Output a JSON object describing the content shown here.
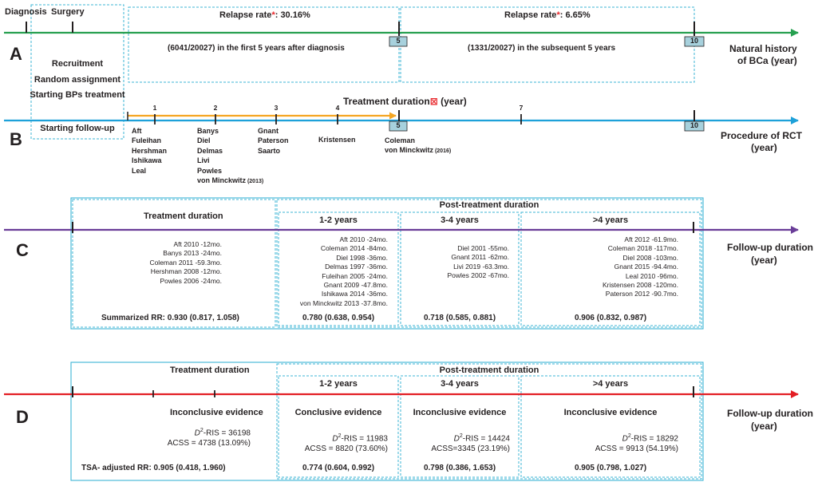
{
  "colors": {
    "green": "#27a050",
    "blue": "#1ea1d9",
    "purple": "#6a3d98",
    "red": "#e31e24",
    "orange": "#f5a623",
    "box": "#3cb5d6",
    "tickbox": "#a7d1dd"
  },
  "panelA": {
    "letter": "A",
    "diagnosis": "Diagnosis",
    "surgery": "Surgery",
    "relapse1_label": "Relapse rate",
    "relapse1_star": "*",
    "relapse1_value": ": 30.16%",
    "relapse2_label": "Relapse rate",
    "relapse2_star": "*",
    "relapse2_value": ": 6.65%",
    "first5": "(6041/20027)  in the first 5 years after diagnosis",
    "next5": "(1331/20027)  in the subsequent 5 years",
    "tick5": "5",
    "tick10": "10",
    "axis_title_1": "Natural history",
    "axis_title_2": "of BCa (year)"
  },
  "recruit": {
    "line1": "Recruitment",
    "line2": "Random assignment",
    "line3": "Starting BPs treatment",
    "line4": "Starting follow-up"
  },
  "panelB": {
    "letter": "B",
    "treatment_title": "Treatment duration",
    "treatment_symbol": "⊠",
    "treatment_unit": " (year)",
    "ticks": [
      "1",
      "2",
      "3",
      "4",
      "7"
    ],
    "tick5": "5",
    "tick10": "10",
    "group1": [
      "Aft",
      "Fuleihan",
      "Hershman",
      "Ishikawa",
      "Leal"
    ],
    "group2": [
      "Banys",
      "Diel",
      "Delmas",
      "Livi",
      "Powles"
    ],
    "group2_last_name": "von Minckwitz",
    "group2_last_year": " (2013)",
    "group3": [
      "Gnant",
      "Paterson",
      "Saarto"
    ],
    "group4": "Kristensen",
    "group5_first": "Coleman",
    "group5_last_name": "von Minckwitz",
    "group5_last_year": " (2016)",
    "axis_title_1": "Procedure of RCT",
    "axis_title_2": "(year)"
  },
  "panelC": {
    "letter": "C",
    "treatment_duration": "Treatment duration",
    "post_treatment": "Post-treatment duration",
    "col1": "1-2 years",
    "col2": "3-4 years",
    "col3": ">4 years",
    "treat_studies": [
      "Aft 2010 -12mo.",
      "Banys 2013 -24mo.",
      "Coleman 2011 -59.3mo.",
      "Hershman 2008 -12mo.",
      "Powles 2006 -24mo."
    ],
    "col1_studies": [
      "Aft 2010 -24mo.",
      "Coleman  2014 -84mo.",
      "Diel 1998 -36mo.",
      "Delmas 1997 -36mo.",
      "Fuleihan 2005 -24mo.",
      "Gnant 2009 -47.8mo.",
      "Ishikawa 2014 -36mo.",
      "von Minckwitz 2013 -37.8mo."
    ],
    "col2_studies": [
      "Diel 2001 -55mo.",
      "Gnant 2011 -62mo.",
      "Livi 2019 -63.3mo.",
      "Powles 2002 -67mo."
    ],
    "col3_studies": [
      "Aft 2012 -61.9mo.",
      "Coleman 2018 -117mo.",
      "Diel 2008 -103mo.",
      "Gnant 2015 -94.4mo.",
      "Leal 2010 -96mo.",
      "Kristensen 2008 -120mo.",
      "Paterson 2012 -90.7mo."
    ],
    "rr_treat": "Summarized RR: 0.930 (0.817, 1.058)",
    "rr_col1": "0.780 (0.638, 0.954)",
    "rr_col2": "0.718 (0.585, 0.881)",
    "rr_col3": "0.906 (0.832, 0.987)",
    "axis_title_1": "Follow-up duration",
    "axis_title_2": "(year)"
  },
  "panelD": {
    "letter": "D",
    "treatment_duration": "Treatment duration",
    "post_treatment": "Post-treatment duration",
    "col1": "1-2 years",
    "col2": "3-4 years",
    "col3": ">4 years",
    "ev_treat": "Inconclusive evidence",
    "ev_col1": "Conclusive evidence",
    "ev_col2": "Inconclusive evidence",
    "ev_col3": "Inconclusive evidence",
    "d_letter": "D",
    "d_sup": "2",
    "ris_treat": "-RIS = 36198",
    "ris_col1": "-RIS = 11983",
    "ris_col2": "-RIS = 14424",
    "ris_col3": "-RIS = 18292",
    "acss_treat": "ACSS = 4738 (13.09%)",
    "acss_col1": "ACSS = 8820 (73.60%)",
    "acss_col2": "ACSS=3345 (23.19%)",
    "acss_col3": "ACSS = 9913 (54.19%)",
    "rr_treat": "TSA- adjusted RR: 0.905 (0.418, 1.960)",
    "rr_col1": "0.774 (0.604, 0.992)",
    "rr_col2": "0.798 (0.386, 1.653)",
    "rr_col3": "0.905 (0.798, 1.027)",
    "axis_title_1": "Follow-up duration",
    "axis_title_2": "(year)"
  }
}
